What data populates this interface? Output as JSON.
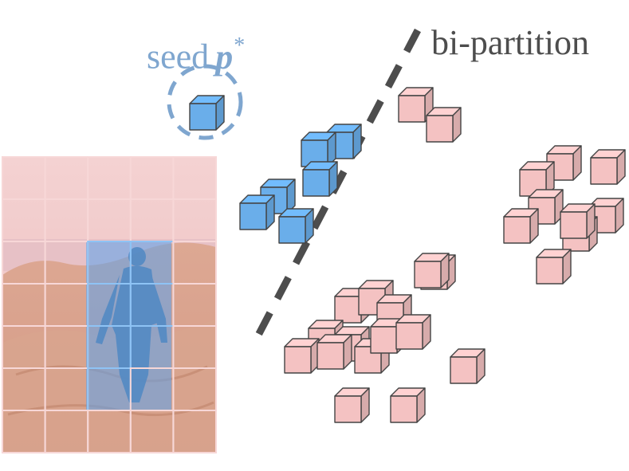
{
  "labels": {
    "seed_word": "seed",
    "seed_var": "p",
    "seed_sup": "*",
    "bipartition": "bi-partition"
  },
  "colors": {
    "seed": "#7fa6cf",
    "bipartition": "#4d4d4d",
    "foreground_cube": "#6aaeea",
    "background_cube": "#f4c2c2",
    "cube_edge": "#444444",
    "patch_foreground": "#5aa2ee",
    "patch_background": "#f0c8c8"
  },
  "icons": {
    "cube": "cube-icon",
    "seed_ring": "dashed-circle-icon",
    "partition_line": "dashed-line-icon"
  }
}
